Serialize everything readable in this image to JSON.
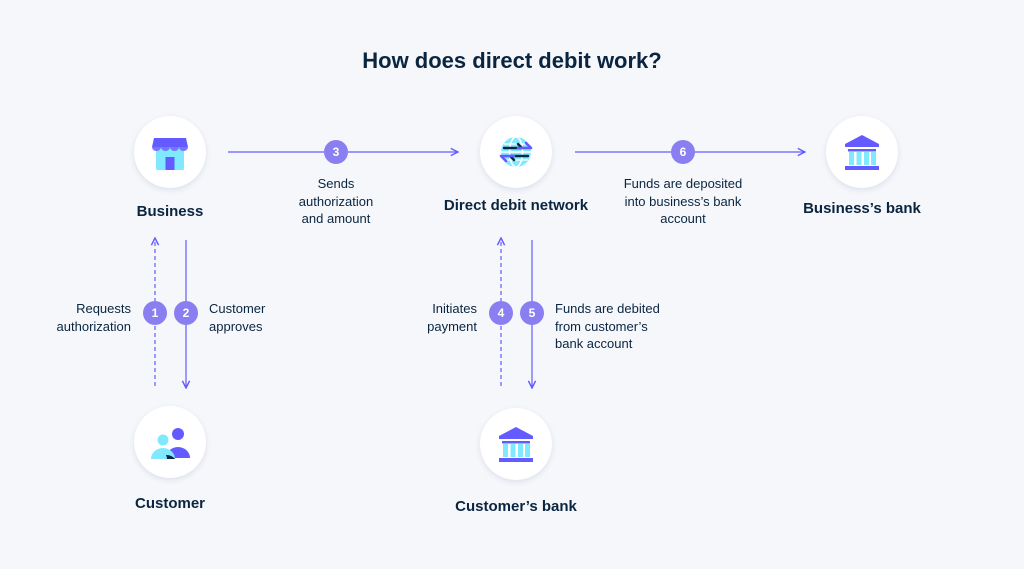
{
  "title": "How does direct debit work?",
  "colors": {
    "background": "#f5f7fb",
    "accent": "#635bff",
    "badge": "#8a7ff0",
    "icon_light": "#80e9ff",
    "text": "#0a2540"
  },
  "nodes": {
    "business": {
      "label": "Business",
      "icon": "storefront-icon"
    },
    "network": {
      "label": "Direct debit network",
      "icon": "globe-exchange-icon"
    },
    "business_bank": {
      "label": "Business’s bank",
      "icon": "bank-icon"
    },
    "customer": {
      "label": "Customer",
      "icon": "people-icon"
    },
    "customer_bank": {
      "label": "Customer’s bank",
      "icon": "bank-icon"
    }
  },
  "steps": [
    {
      "number": "1",
      "lines": [
        "Requests",
        "authorization"
      ]
    },
    {
      "number": "2",
      "lines": [
        "Customer",
        "approves"
      ]
    },
    {
      "number": "3",
      "lines": [
        "Sends",
        "authorization",
        "and amount"
      ]
    },
    {
      "number": "4",
      "lines": [
        "Initiates",
        "payment"
      ]
    },
    {
      "number": "5",
      "lines": [
        "Funds are debited",
        "from customer’s",
        "bank account"
      ]
    },
    {
      "number": "6",
      "lines": [
        "Funds are deposited",
        "into business’s bank",
        "account"
      ]
    }
  ]
}
